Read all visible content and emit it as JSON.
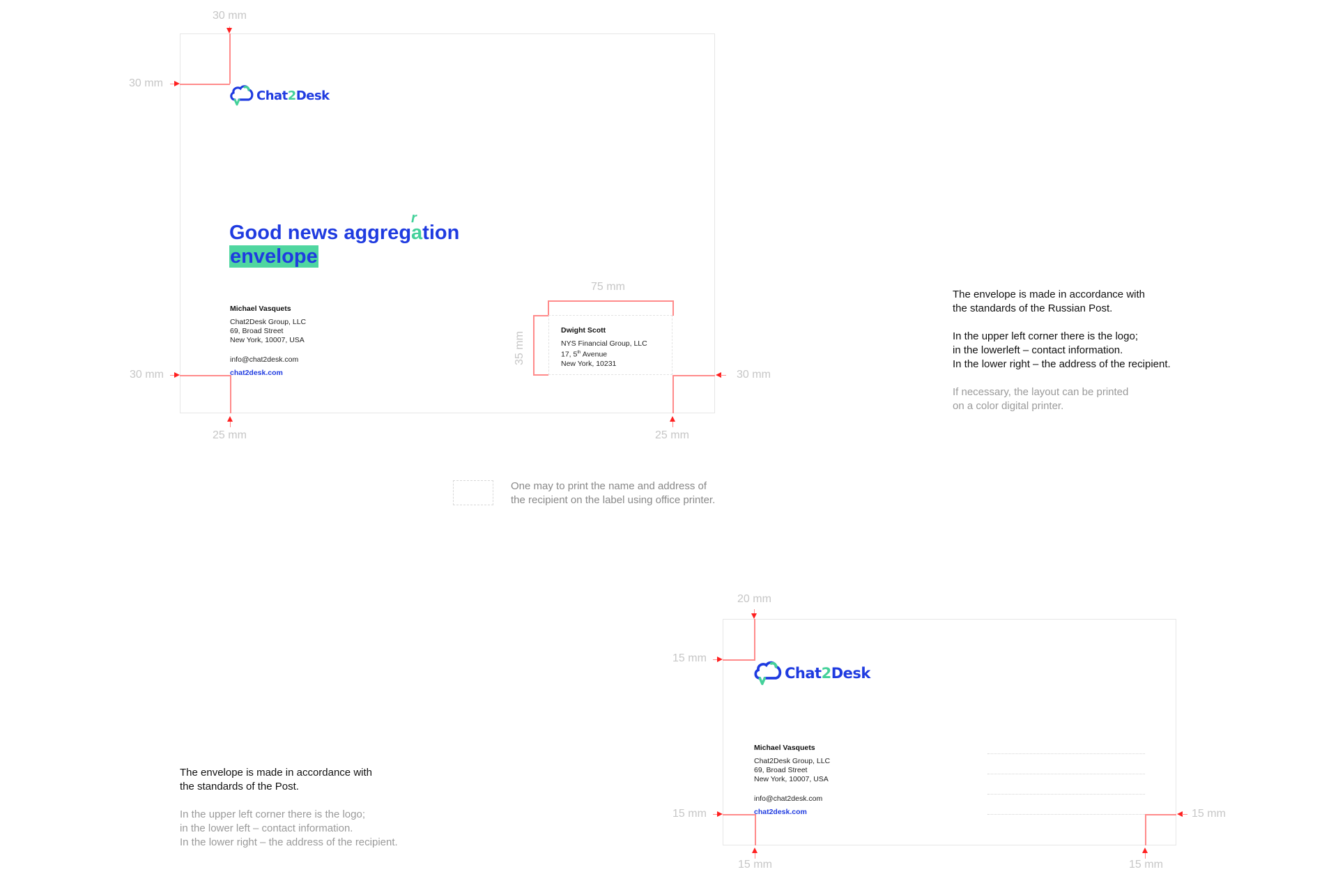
{
  "colors": {
    "brand_blue": "#1f3be0",
    "brand_green": "#44d19a",
    "dimension_red": "#ff2020",
    "dimension_label": "#c6c6c6"
  },
  "logo": {
    "icon": "cloud-chat-icon",
    "text_before": "Chat",
    "text_digit": "2",
    "text_after": "Desk"
  },
  "envelope_c5": {
    "headline_line1_before": "Good news aggreg",
    "headline_letter": "a",
    "headline_correction": "r",
    "headline_line1_after": "tion",
    "headline_line2": "envelope",
    "sender": {
      "name": "Michael Vasquets",
      "company": "Chat2Desk Group, LLC",
      "street": "69, Broad Street",
      "city": "New York, 10007, USA",
      "email": "info@chat2desk.com",
      "website": "chat2desk.com"
    },
    "recipient": {
      "name": "Dwight Scott",
      "company": "NYS Financial Group, LLC",
      "street_num": "17, 5",
      "street_sup": "th",
      "street_rest": " Avenue",
      "city": "New York, 10231"
    },
    "dimensions": {
      "top_offset": "30 mm",
      "left_offset_top": "30 mm",
      "left_offset_bottom": "30 mm",
      "bottom_left": "25 mm",
      "bottom_right": "25 mm",
      "right_offset": "30 mm",
      "label_width": "75 mm",
      "label_height": "35 mm"
    }
  },
  "envelope_dl": {
    "sender": {
      "name": "Michael Vasquets",
      "company": "Chat2Desk Group, LLC",
      "street": "69, Broad Street",
      "city": "New York, 10007, USA",
      "email": "info@chat2desk.com",
      "website": "chat2desk.com"
    },
    "dimensions": {
      "top_offset": "20 mm",
      "left_offset_top": "15 mm",
      "left_offset_bottom": "15 mm",
      "bottom_left": "15 mm",
      "bottom_right": "15 mm",
      "right_offset": "15 mm"
    }
  },
  "notes": {
    "c5": {
      "line1": "The envelope is made in accordance with",
      "line2": "the standards of the Russian Post.",
      "line3": "In the upper left corner there is the logo;",
      "line4": "in the lowerleft – contact information.",
      "line5": "In the lower right – the address of the recipient.",
      "line6": "If necessary, the layout can be printed",
      "line7": "on a color digital printer."
    },
    "label_hint": {
      "line1": "One may to print the name and address of",
      "line2": "the recipient on the label using office printer."
    },
    "dl": {
      "line1": "The envelope is made in accordance with",
      "line2": "the standards of the Post.",
      "line3": "In the upper left corner there is the logo;",
      "line4": "in the lower left – contact information.",
      "line5": "In the lower right – the address of the recipient."
    }
  }
}
